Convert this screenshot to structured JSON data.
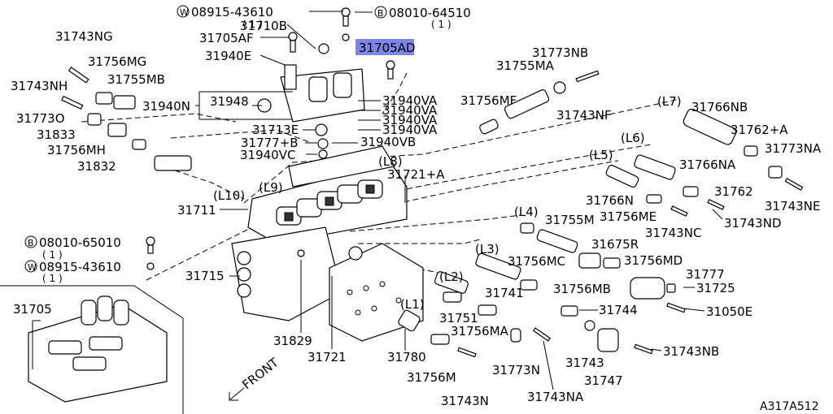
{
  "diagram": {
    "reference_code": "A317A512",
    "front_label": "FRONT",
    "highlighted_part": "31705AD",
    "highlight_color": "#7d84e6",
    "bolts": [
      {
        "prefix": "W",
        "number": "08915-43610",
        "qty": "( 1 )"
      },
      {
        "prefix": "B",
        "number": "08010-64510",
        "qty": "( 1 )"
      },
      {
        "prefix": "B",
        "number": "08010-65010",
        "qty": "( 1 )"
      },
      {
        "prefix": "W",
        "number": "08915-43610",
        "qty": "( 1 )"
      }
    ],
    "labels": {
      "p31743NG": "31743NG",
      "p31710B": "31710B",
      "p31705AF": "31705AF",
      "p31705AD": "31705AD",
      "p31940E": "31940E",
      "p31756MG": "31756MG",
      "p31755MB": "31755MB",
      "p31743NH": "31743NH",
      "p31940N": "31940N",
      "p31948": "31948",
      "p31773O": "31773O",
      "p31833": "31833",
      "p31756MH": "31756MH",
      "p31832": "31832",
      "p31713E": "31713E",
      "p31777B": "31777+B",
      "p31940VC": "31940VC",
      "p31940VA1": "31940VA",
      "p31940VA2": "31940VA",
      "p31940VA3": "31940VA",
      "p31940VA4": "31940VA",
      "p31940VB": "31940VB",
      "p31773NB": "31773NB",
      "p31755MA": "31755MA",
      "p31756MF": "31756MF",
      "p31743NF": "31743NF",
      "L7": "(L7)",
      "p31766NB": "31766NB",
      "p31762A": "31762+A",
      "p31773NA": "31773NA",
      "L6": "(L6)",
      "p31766NA": "31766NA",
      "L5": "(L5)",
      "p31766N": "31766N",
      "p31762": "31762",
      "p31743NE": "31743NE",
      "p31756ME": "31756ME",
      "p31743ND": "31743ND",
      "L8": "(L8)",
      "p31721A": "31721+A",
      "L9": "(L9)",
      "L10": "(L10)",
      "p31711": "31711",
      "L4": "(L4)",
      "p31755M": "31755M",
      "p31743NC": "31743NC",
      "p31675R": "31675R",
      "p31756MD": "31756MD",
      "L3": "(L3)",
      "p31756MC": "31756MC",
      "p31777": "31777",
      "p31725": "31725",
      "p31715": "31715",
      "L2": "(L2)",
      "p31741": "31741",
      "p31756MB": "31756MB",
      "p31744": "31744",
      "p31050E": "31050E",
      "L1": "(L1)",
      "p31751": "31751",
      "p31756MA": "31756MA",
      "p31705": "31705",
      "p31829": "31829",
      "p31721": "31721",
      "p31780": "31780",
      "p31773N": "31773N",
      "p31743": "31743",
      "p31743NB": "31743NB",
      "p31747": "31747",
      "p31756M": "31756M",
      "p31743NA": "31743NA",
      "p31743N": "31743N"
    }
  }
}
